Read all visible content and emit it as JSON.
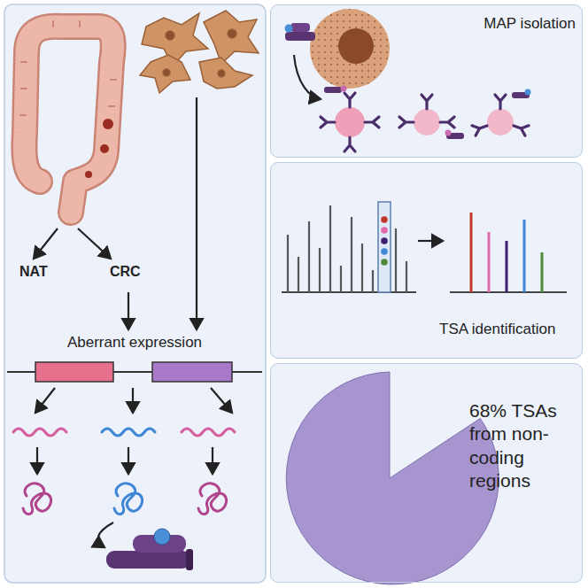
{
  "diagram": {
    "nodes": [
      {
        "text": [
          "MAP isolation"
        ]
      },
      {
        "text": [
          "TSA identification"
        ]
      },
      {
        "text": [
          "68% TSAs from non-coding regions"
        ]
      }
    ],
    "labels": [
      "NAT",
      "CRC",
      "Aberrant expression"
    ]
  }
}
